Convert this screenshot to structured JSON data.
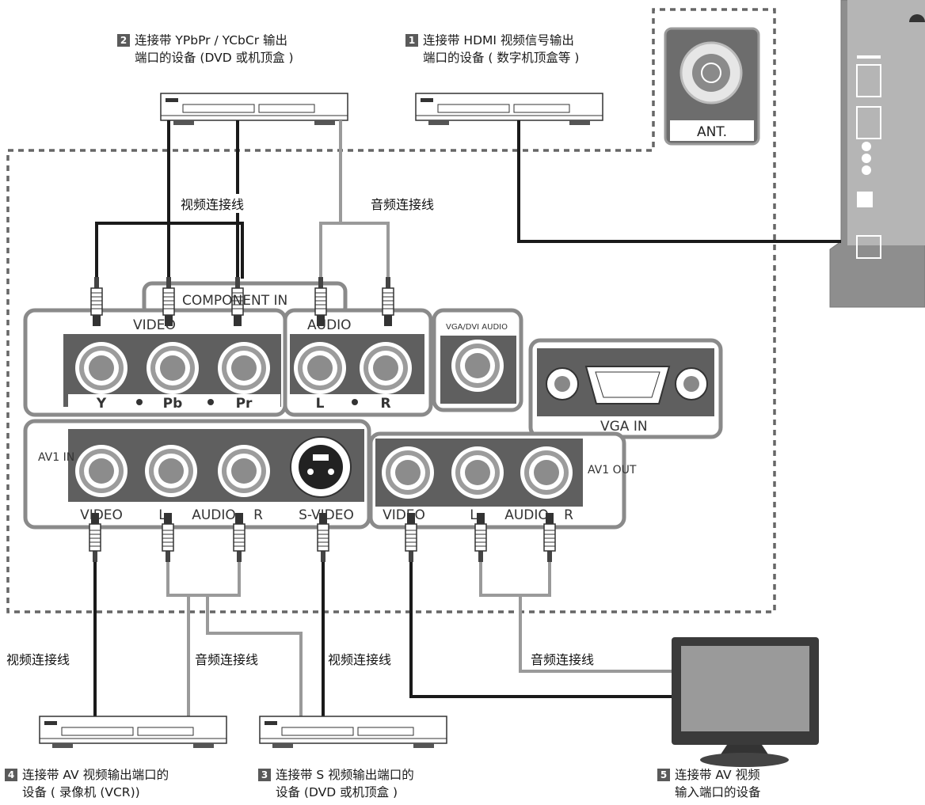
{
  "devices": {
    "d2": {
      "num": "2",
      "line1": "连接带 YPbPr / YCbCr 输出",
      "line2": "端口的设备 (DVD 或机顶盒 )"
    },
    "d1": {
      "num": "1",
      "line1": "连接带 HDMI 视频信号输出",
      "line2": "端口的设备 ( 数字机顶盒等 )"
    },
    "d4": {
      "num": "4",
      "line1": "连接带 AV 视频输出端口的",
      "line2": "设备 ( 录像机 (VCR))"
    },
    "d3": {
      "num": "3",
      "line1": "连接带 S 视频输出端口的",
      "line2": "设备 (DVD 或机顶盒 )"
    },
    "d5": {
      "num": "5",
      "line1": "连接带 AV 视频",
      "line2": "输入端口的设备"
    }
  },
  "cables": {
    "video_top": "视频连接线",
    "audio_top": "音频连接线",
    "video_bl": "视频连接线",
    "audio_bl": "音频连接线",
    "video_bm": "视频连接线",
    "audio_br": "音频连接线"
  },
  "panel": {
    "component_in": "COMPONENT IN",
    "video": "VIDEO",
    "audio": "AUDIO",
    "y": "Y",
    "pb": "Pb",
    "pr": "Pr",
    "l": "L",
    "r": "R",
    "vga_dvi_audio": "VGA/DVI AUDIO",
    "vga_in": "VGA IN",
    "av1_in": "AV1 IN",
    "av1_out": "AV1 OUT",
    "av_video": "VIDEO",
    "av_l": "L",
    "av_audio": "AUDIO",
    "av_r": "R",
    "s_video": "S-VIDEO",
    "out_video": "VIDEO",
    "out_l": "L",
    "out_audio": "AUDIO",
    "out_r": "R"
  },
  "antenna": {
    "label": "ANT."
  },
  "colors": {
    "panel_frame": "#8a8a8a",
    "panel_dark": "#5f5f5f",
    "cable_black": "#1a1a1a",
    "cable_gray": "#9a9a9a",
    "dashed": "#666666"
  }
}
